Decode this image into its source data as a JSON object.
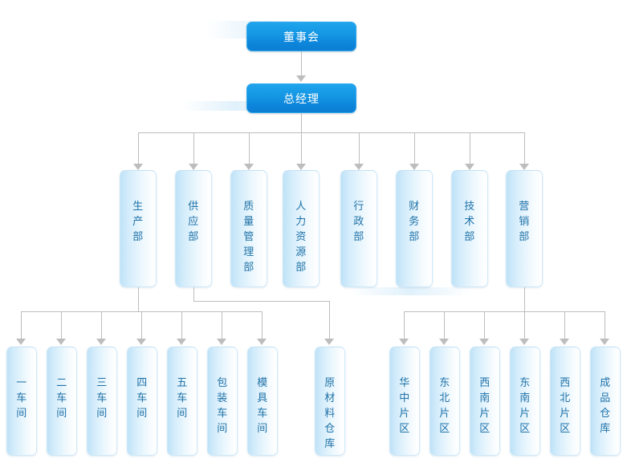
{
  "chart": {
    "type": "org-chart",
    "title": "",
    "colors": {
      "exec_box_top": "#20a4ec",
      "exec_box_bottom": "#0c7ed3",
      "exec_text": "#ffffff",
      "node_fill_left": "#bfe2f7",
      "node_fill_right": "#ffffff",
      "node_text": "#1f72a8",
      "connector": "#bdbdbd",
      "background": "#ffffff"
    }
  },
  "levels": {
    "level1": {
      "nodes": [
        {
          "id": "board",
          "label": "董事会",
          "style": "exec"
        }
      ]
    },
    "level2": {
      "nodes": [
        {
          "id": "gm",
          "label": "总经理",
          "style": "exec"
        }
      ]
    },
    "level3": {
      "nodes": [
        {
          "id": "dept-production",
          "label": "生产部",
          "chars": [
            "生",
            "产",
            "部"
          ]
        },
        {
          "id": "dept-supply",
          "label": "供应部",
          "chars": [
            "供",
            "应",
            "部"
          ]
        },
        {
          "id": "dept-quality",
          "label": "质量管理部",
          "chars": [
            "质",
            "量",
            "管",
            "理",
            "部"
          ]
        },
        {
          "id": "dept-hr",
          "label": "人力资源部",
          "chars": [
            "人",
            "力",
            "资",
            "源",
            "部"
          ]
        },
        {
          "id": "dept-admin",
          "label": "行政部",
          "chars": [
            "行",
            "政",
            "部"
          ]
        },
        {
          "id": "dept-finance",
          "label": "财务部",
          "chars": [
            "财",
            "务",
            "部"
          ]
        },
        {
          "id": "dept-tech",
          "label": "技术部",
          "chars": [
            "技",
            "术",
            "部"
          ]
        },
        {
          "id": "dept-marketing",
          "label": "营销部",
          "chars": [
            "营",
            "销",
            "部"
          ]
        }
      ]
    },
    "level4": {
      "production_children": [
        {
          "id": "workshop-1",
          "label": "一车间",
          "chars": [
            "一",
            "车",
            "间"
          ]
        },
        {
          "id": "workshop-2",
          "label": "二车间",
          "chars": [
            "二",
            "车",
            "间"
          ]
        },
        {
          "id": "workshop-3",
          "label": "三车间",
          "chars": [
            "三",
            "车",
            "间"
          ]
        },
        {
          "id": "workshop-4",
          "label": "四车间",
          "chars": [
            "四",
            "车",
            "间"
          ]
        },
        {
          "id": "workshop-5",
          "label": "五车间",
          "chars": [
            "五",
            "车",
            "间"
          ]
        },
        {
          "id": "workshop-packaging",
          "label": "包装车间",
          "chars": [
            "包",
            "装",
            "车",
            "间"
          ]
        },
        {
          "id": "workshop-mold",
          "label": "模具车间",
          "chars": [
            "模",
            "具",
            "车",
            "间"
          ]
        }
      ],
      "supply_children": [
        {
          "id": "warehouse-raw",
          "label": "原材料仓库",
          "chars": [
            "原",
            "材",
            "料",
            "仓",
            "库"
          ]
        }
      ],
      "marketing_children": [
        {
          "id": "region-central",
          "label": "华中片区",
          "chars": [
            "华",
            "中",
            "片",
            "区"
          ]
        },
        {
          "id": "region-northeast",
          "label": "东北片区",
          "chars": [
            "东",
            "北",
            "片",
            "区"
          ]
        },
        {
          "id": "region-southwest",
          "label": "西南片区",
          "chars": [
            "西",
            "南",
            "片",
            "区"
          ]
        },
        {
          "id": "region-southeast",
          "label": "东南片区",
          "chars": [
            "东",
            "南",
            "片",
            "区"
          ]
        },
        {
          "id": "region-northwest",
          "label": "西北片区",
          "chars": [
            "西",
            "北",
            "片",
            "区"
          ]
        },
        {
          "id": "warehouse-finished",
          "label": "成品仓库",
          "chars": [
            "成",
            "品",
            "仓",
            "库"
          ]
        }
      ]
    }
  }
}
